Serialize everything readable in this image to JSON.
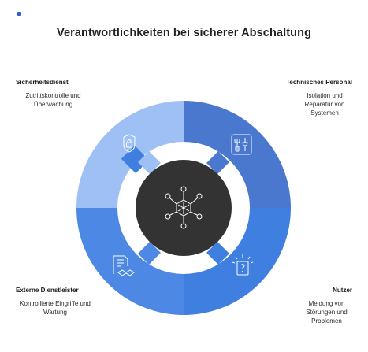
{
  "title": "Verantwortlichkeiten bei sicherer Abschaltung",
  "colors": {
    "top_left": "#9ec0f4",
    "top_right": "#4a78cf",
    "bottom_left": "#4d88e4",
    "bottom_right": "#3f7fe0",
    "hub": "#333333",
    "background": "#ffffff"
  },
  "quadrants": [
    {
      "id": "top_left",
      "heading": "Sicherheitsdienst",
      "description": "Zutrittskontrolle und Überwachung",
      "icon": "lock-icon"
    },
    {
      "id": "top_right",
      "heading": "Technisches Personal",
      "description": "Isolation und Reparatur von Systemen",
      "icon": "tools-icon"
    },
    {
      "id": "bottom_left",
      "heading": "Externe Dienstleister",
      "description": "Kontrollierte Eingriffe und Wartung",
      "icon": "contract-handshake-icon"
    },
    {
      "id": "bottom_right",
      "heading": "Nutzer",
      "description": "Meldung von Störungen und Problemen",
      "icon": "report-problem-icon"
    }
  ],
  "hub": {
    "icon": "network-hub-icon"
  }
}
